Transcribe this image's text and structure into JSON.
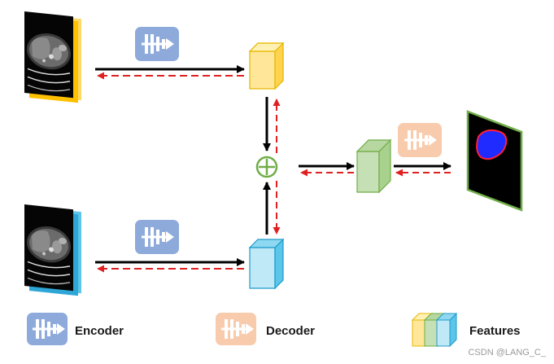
{
  "legend": {
    "encoder_label": "Encoder",
    "decoder_label": "Decoder",
    "features_label": "Features"
  },
  "watermark": "CSDN @LANG_C_",
  "colors": {
    "encoder": "#8eaadb",
    "decoder": "#f4b183",
    "feature_yellow": "#ffd966",
    "feature_blue": "#5bc5ea",
    "feature_green": "#a9d18e",
    "forward_arrow": "#000000",
    "backward_arrow": "#e02020",
    "fusion": "#70ad47",
    "liver_mask": "#1f2bff",
    "liver_outline": "#ff1f3a"
  },
  "icons": {
    "encoder": "encoder-block-icon",
    "decoder": "decoder-block-icon",
    "fusion": "circle-plus-icon",
    "feature": "cube-icon"
  }
}
